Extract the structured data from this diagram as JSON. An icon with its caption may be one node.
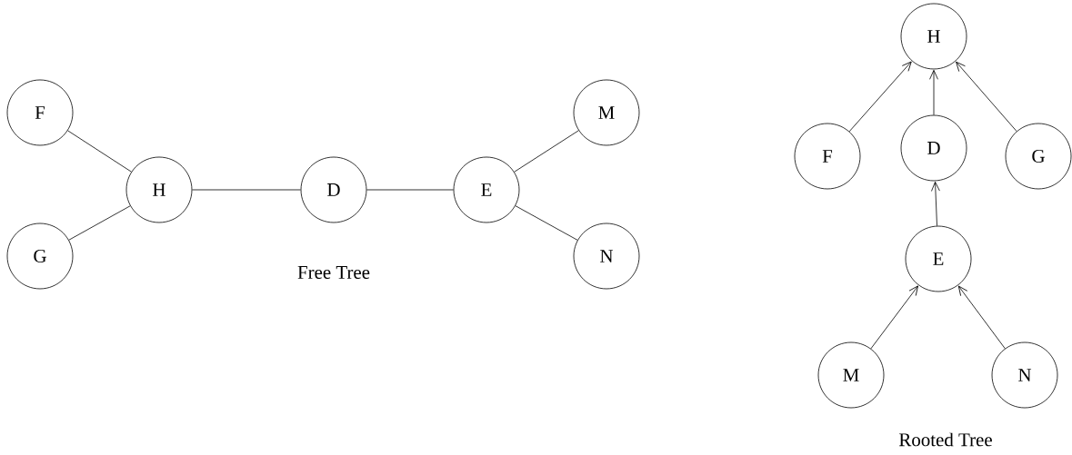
{
  "diagram": {
    "nodes": [
      {
        "text": [
          "F"
        ]
      },
      {
        "text": [
          "G"
        ]
      },
      {
        "text": [
          "H"
        ]
      },
      {
        "text": [
          "D"
        ]
      },
      {
        "text": [
          "E"
        ]
      },
      {
        "text": [
          "M"
        ]
      },
      {
        "text": [
          "N"
        ]
      },
      {
        "text": [
          "H"
        ]
      },
      {
        "text": [
          "F"
        ]
      },
      {
        "text": [
          "D"
        ]
      },
      {
        "text": [
          "G"
        ]
      },
      {
        "text": [
          "E"
        ]
      },
      {
        "text": [
          "M"
        ]
      },
      {
        "text": [
          "N"
        ]
      }
    ],
    "edges": [
      {
        "from": 0,
        "to": 2,
        "arrow": "none"
      },
      {
        "from": 1,
        "to": 2,
        "arrow": "none"
      },
      {
        "from": 2,
        "to": 3,
        "arrow": "none"
      },
      {
        "from": 3,
        "to": 4,
        "arrow": "none"
      },
      {
        "from": 4,
        "to": 5,
        "arrow": "none"
      },
      {
        "from": 4,
        "to": 6,
        "arrow": "none"
      },
      {
        "from": 8,
        "to": 7,
        "arrow": "to"
      },
      {
        "from": 9,
        "to": 7,
        "arrow": "to"
      },
      {
        "from": 10,
        "to": 7,
        "arrow": "to"
      },
      {
        "from": 11,
        "to": 9,
        "arrow": "to"
      },
      {
        "from": 12,
        "to": 11,
        "arrow": "to"
      },
      {
        "from": 13,
        "to": 11,
        "arrow": "to"
      }
    ],
    "labels": [
      "Free Tree",
      "Rooted Tree"
    ]
  }
}
